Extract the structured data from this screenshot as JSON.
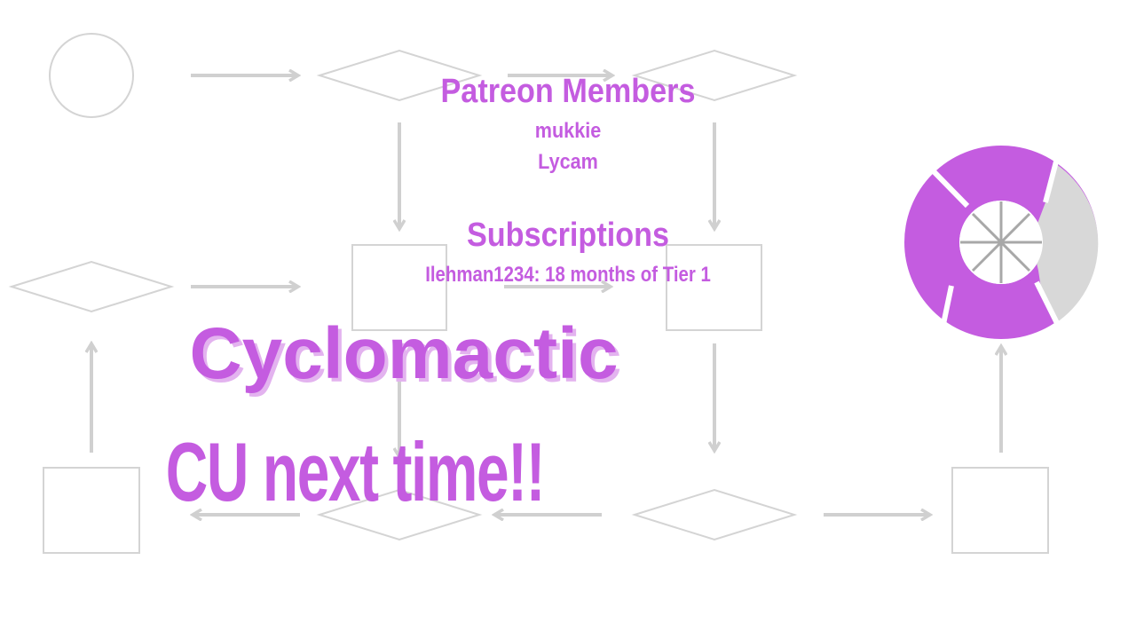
{
  "patreon": {
    "title": "Patreon Members",
    "members": [
      "mukkie",
      "Lycam"
    ]
  },
  "subscriptions": {
    "title": "Subscriptions",
    "entries": [
      "Ilehman1234: 18 months of Tier 1"
    ]
  },
  "headline": "Cyclomactic",
  "tagline": "CU next time!!",
  "colors": {
    "accent": "#c45ce0",
    "shape": "#d0d0d0",
    "ring_gray": "#d8d8d8"
  }
}
